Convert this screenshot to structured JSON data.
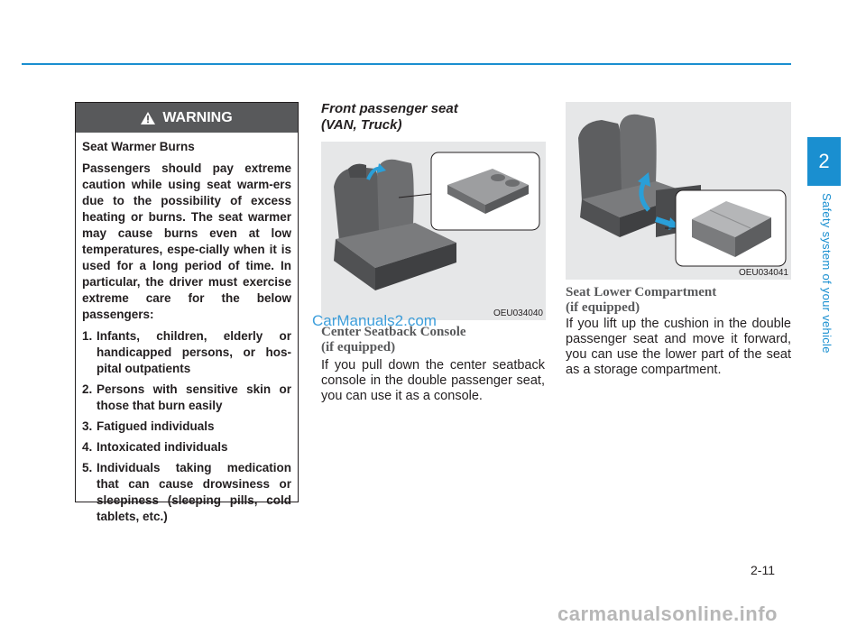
{
  "chapter": {
    "number": "2",
    "title": "Safety system of your vehicle"
  },
  "page_number": "2-11",
  "warning": {
    "heading": "WARNING",
    "title": "Seat Warmer Burns",
    "intro": "Passengers should pay extreme caution while using seat warm-ers due to the possibility of excess heating or burns. The seat warmer may cause burns even at low temperatures, espe-cially when it is used for a long period of time. In particular, the driver must exercise extreme care for the below passengers:",
    "items": [
      {
        "num": "1.",
        "text": "Infants, children, elderly or handicapped persons, or hos-pital outpatients"
      },
      {
        "num": "2.",
        "text": "Persons with sensitive skin or those that burn easily"
      },
      {
        "num": "3.",
        "text": "Fatigued individuals"
      },
      {
        "num": "4.",
        "text": "Intoxicated individuals"
      },
      {
        "num": "5.",
        "text": "Individuals taking medication that can cause drowsiness or sleepiness (sleeping pills, cold tablets, etc.)"
      }
    ]
  },
  "middle": {
    "title_line1": "Front passenger seat",
    "title_line2": "(VAN, Truck)",
    "figure_code": "OEU034040",
    "section_title_line1": "Center Seatback Console",
    "section_title_line2": "(if equipped)",
    "body": "If you pull down the center seatback console in the double passenger seat, you can use it as a console."
  },
  "right": {
    "figure_code": "OEU034041",
    "section_title_line1": "Seat Lower Compartment",
    "section_title_line2": "(if equipped)",
    "body": "If you lift up the cushion in the double passenger seat and move it forward, you can use the lower part of the seat as a storage compartment."
  },
  "watermarks": {
    "site": "CarManuals2.com",
    "footer": "carmanualsonline.info"
  },
  "colors": {
    "accent": "#1a8fd0",
    "warning_header": "#58595b",
    "figure_bg": "#e6e7e8"
  }
}
